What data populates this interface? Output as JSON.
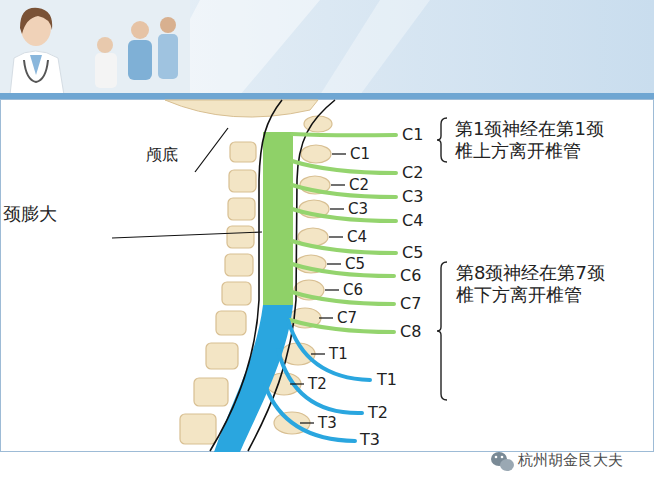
{
  "diagram": {
    "labels": [
      "颅底",
      "颈膨大",
      "C1",
      "第1颈神经在第1颈椎上方离开椎管",
      "C2",
      "C3",
      "C4",
      "C5",
      "C6",
      "C7",
      "C8",
      "第8颈神经在第7颈椎下方离开椎管",
      "T1",
      "T2",
      "T3",
      "C1",
      "C2",
      "C3",
      "C4",
      "C5",
      "C6",
      "C7",
      "T1",
      "T2",
      "T3",
      "杭州胡金艮大夫"
    ]
  }
}
